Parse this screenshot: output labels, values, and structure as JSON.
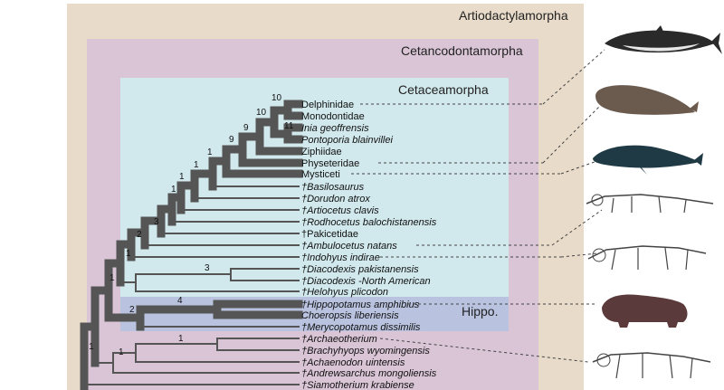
{
  "clades": {
    "artiodactylamorpha": "Artiodactylamorpha",
    "cetancodontamorpha": "Cetancodontamorpha",
    "cetaceamorpha": "Cetaceamorpha",
    "hippo": "Hippo."
  },
  "colors": {
    "artiodactylamorpha_bg": "#e8dbc9",
    "cetancodontamorpha_bg": "#d9c5d6",
    "cetaceamorpha_bg": "#d1e8ec",
    "hippo_bg": "#b9c3df",
    "branch": "#555555"
  },
  "taxa": [
    "Delphinidae",
    "Monodontidae",
    "Inia geoffrensis",
    "Pontoporia blainvillei",
    "Ziphiidae",
    "Physeteridae",
    "Mysticeti",
    "†Basilosaurus",
    "†Dorudon atrox",
    "†Artiocetus clavis",
    "†Rodhocetus balochistanensis",
    "†Pakicetidae",
    "†Ambulocetus natans",
    "†Indohyus indirae",
    "†Diacodexis pakistanensis",
    "†Diacodexis -North American",
    "†Helohyus plicodon",
    "†Hippopotamus amphibius",
    "Choeropsis liberiensis",
    "†Merycopotamus dissimilis",
    "†Archaeotherium",
    "†Brachyhyops wyomingensis",
    "†Achaenodon uintensis",
    "†Andrewsarchus mongoliensis",
    "†Siamotherium krabiense"
  ],
  "support": [
    "10",
    "10",
    "11",
    "9",
    "9",
    "1",
    "1",
    "1",
    "1",
    "3",
    "2",
    "1",
    "1",
    "3",
    "4",
    "2",
    "1",
    "1",
    "1"
  ],
  "illustrations": [
    "dolphin-icon",
    "sperm-whale-icon",
    "humpback-whale-icon",
    "skeleton-icon",
    "skeleton-icon",
    "hippo-icon",
    "skeleton-icon"
  ]
}
